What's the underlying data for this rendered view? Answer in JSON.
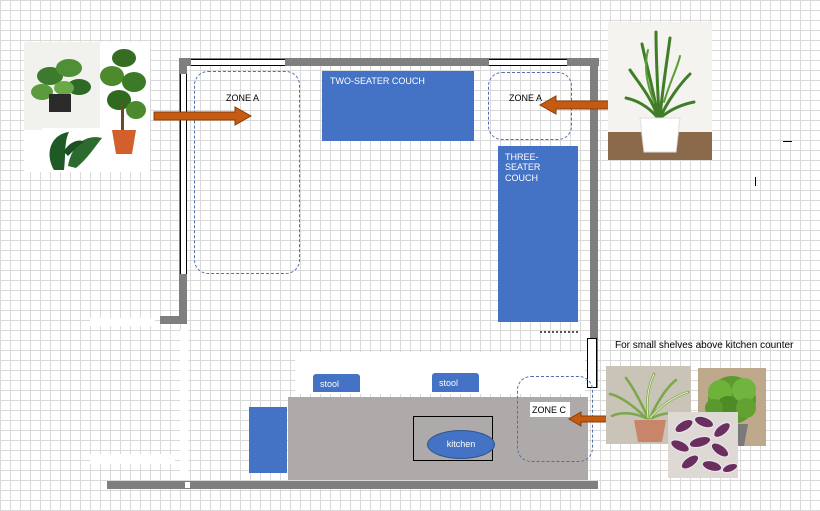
{
  "labels": {
    "zone_a_left": "ZONE A",
    "zone_a_right": "ZONE A",
    "zone_c": "ZONE C",
    "two_seater": "TWO-SEATER COUCH",
    "three_seater_1": "THREE-",
    "three_seater_2": "SEATER",
    "three_seater_3": "COUCH",
    "stool_1": "stool",
    "stool_2": "stool",
    "kitchen": "kitchen",
    "shelves_note": "For small shelves above kitchen counter"
  },
  "colors": {
    "furniture": "#4472c4",
    "arrow": "#c55a11",
    "wall": "#7f7f7f",
    "counter": "#aeaaaa"
  },
  "images": [
    {
      "name": "plant-photo-calathea-monstera-fiddle-leaf"
    },
    {
      "name": "plant-photo-potted-palm"
    },
    {
      "name": "plant-photo-spider-plant"
    },
    {
      "name": "plant-photo-fern"
    },
    {
      "name": "plant-photo-wandering-jew"
    }
  ]
}
